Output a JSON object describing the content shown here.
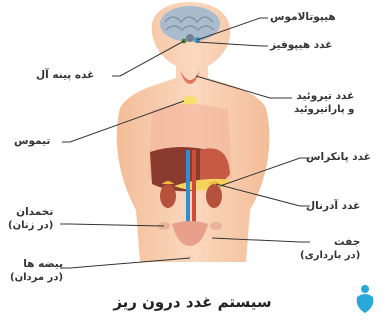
{
  "diagram": {
    "title": "سیستم غدد درون ریز",
    "labels": {
      "hypothalamus": "هیپوتالاموس",
      "pituitary": "غدد هیپوفیز",
      "pineal": "غده پینه آل",
      "thyroid_line1": "غدد تیروئید",
      "thyroid_line2": "و پاراتیروئید",
      "thymus": "تیموس",
      "pancreas": "غدد پانکراس",
      "adrenal": "غدد آدرنال",
      "ovary_line1": "تخمدان",
      "ovary_line2": "(در زنان)",
      "placenta_line1": "جفت",
      "placenta_line2": "(در بارداری)",
      "testes_line1": "بیضه ها",
      "testes_line2": "(در مردان)"
    },
    "colors": {
      "skin": "#f6c7a5",
      "brain": "#9fb3c6",
      "thyroid": "#e07a5f",
      "liver": "#8a3b2e",
      "pancreas": "#f4d35e",
      "kidney": "#b5523b",
      "vessels": "#2f8fd0",
      "uterus": "#e8a08c",
      "logo": "#2aa8d8"
    },
    "logo_icon": "brand-logo-icon"
  }
}
